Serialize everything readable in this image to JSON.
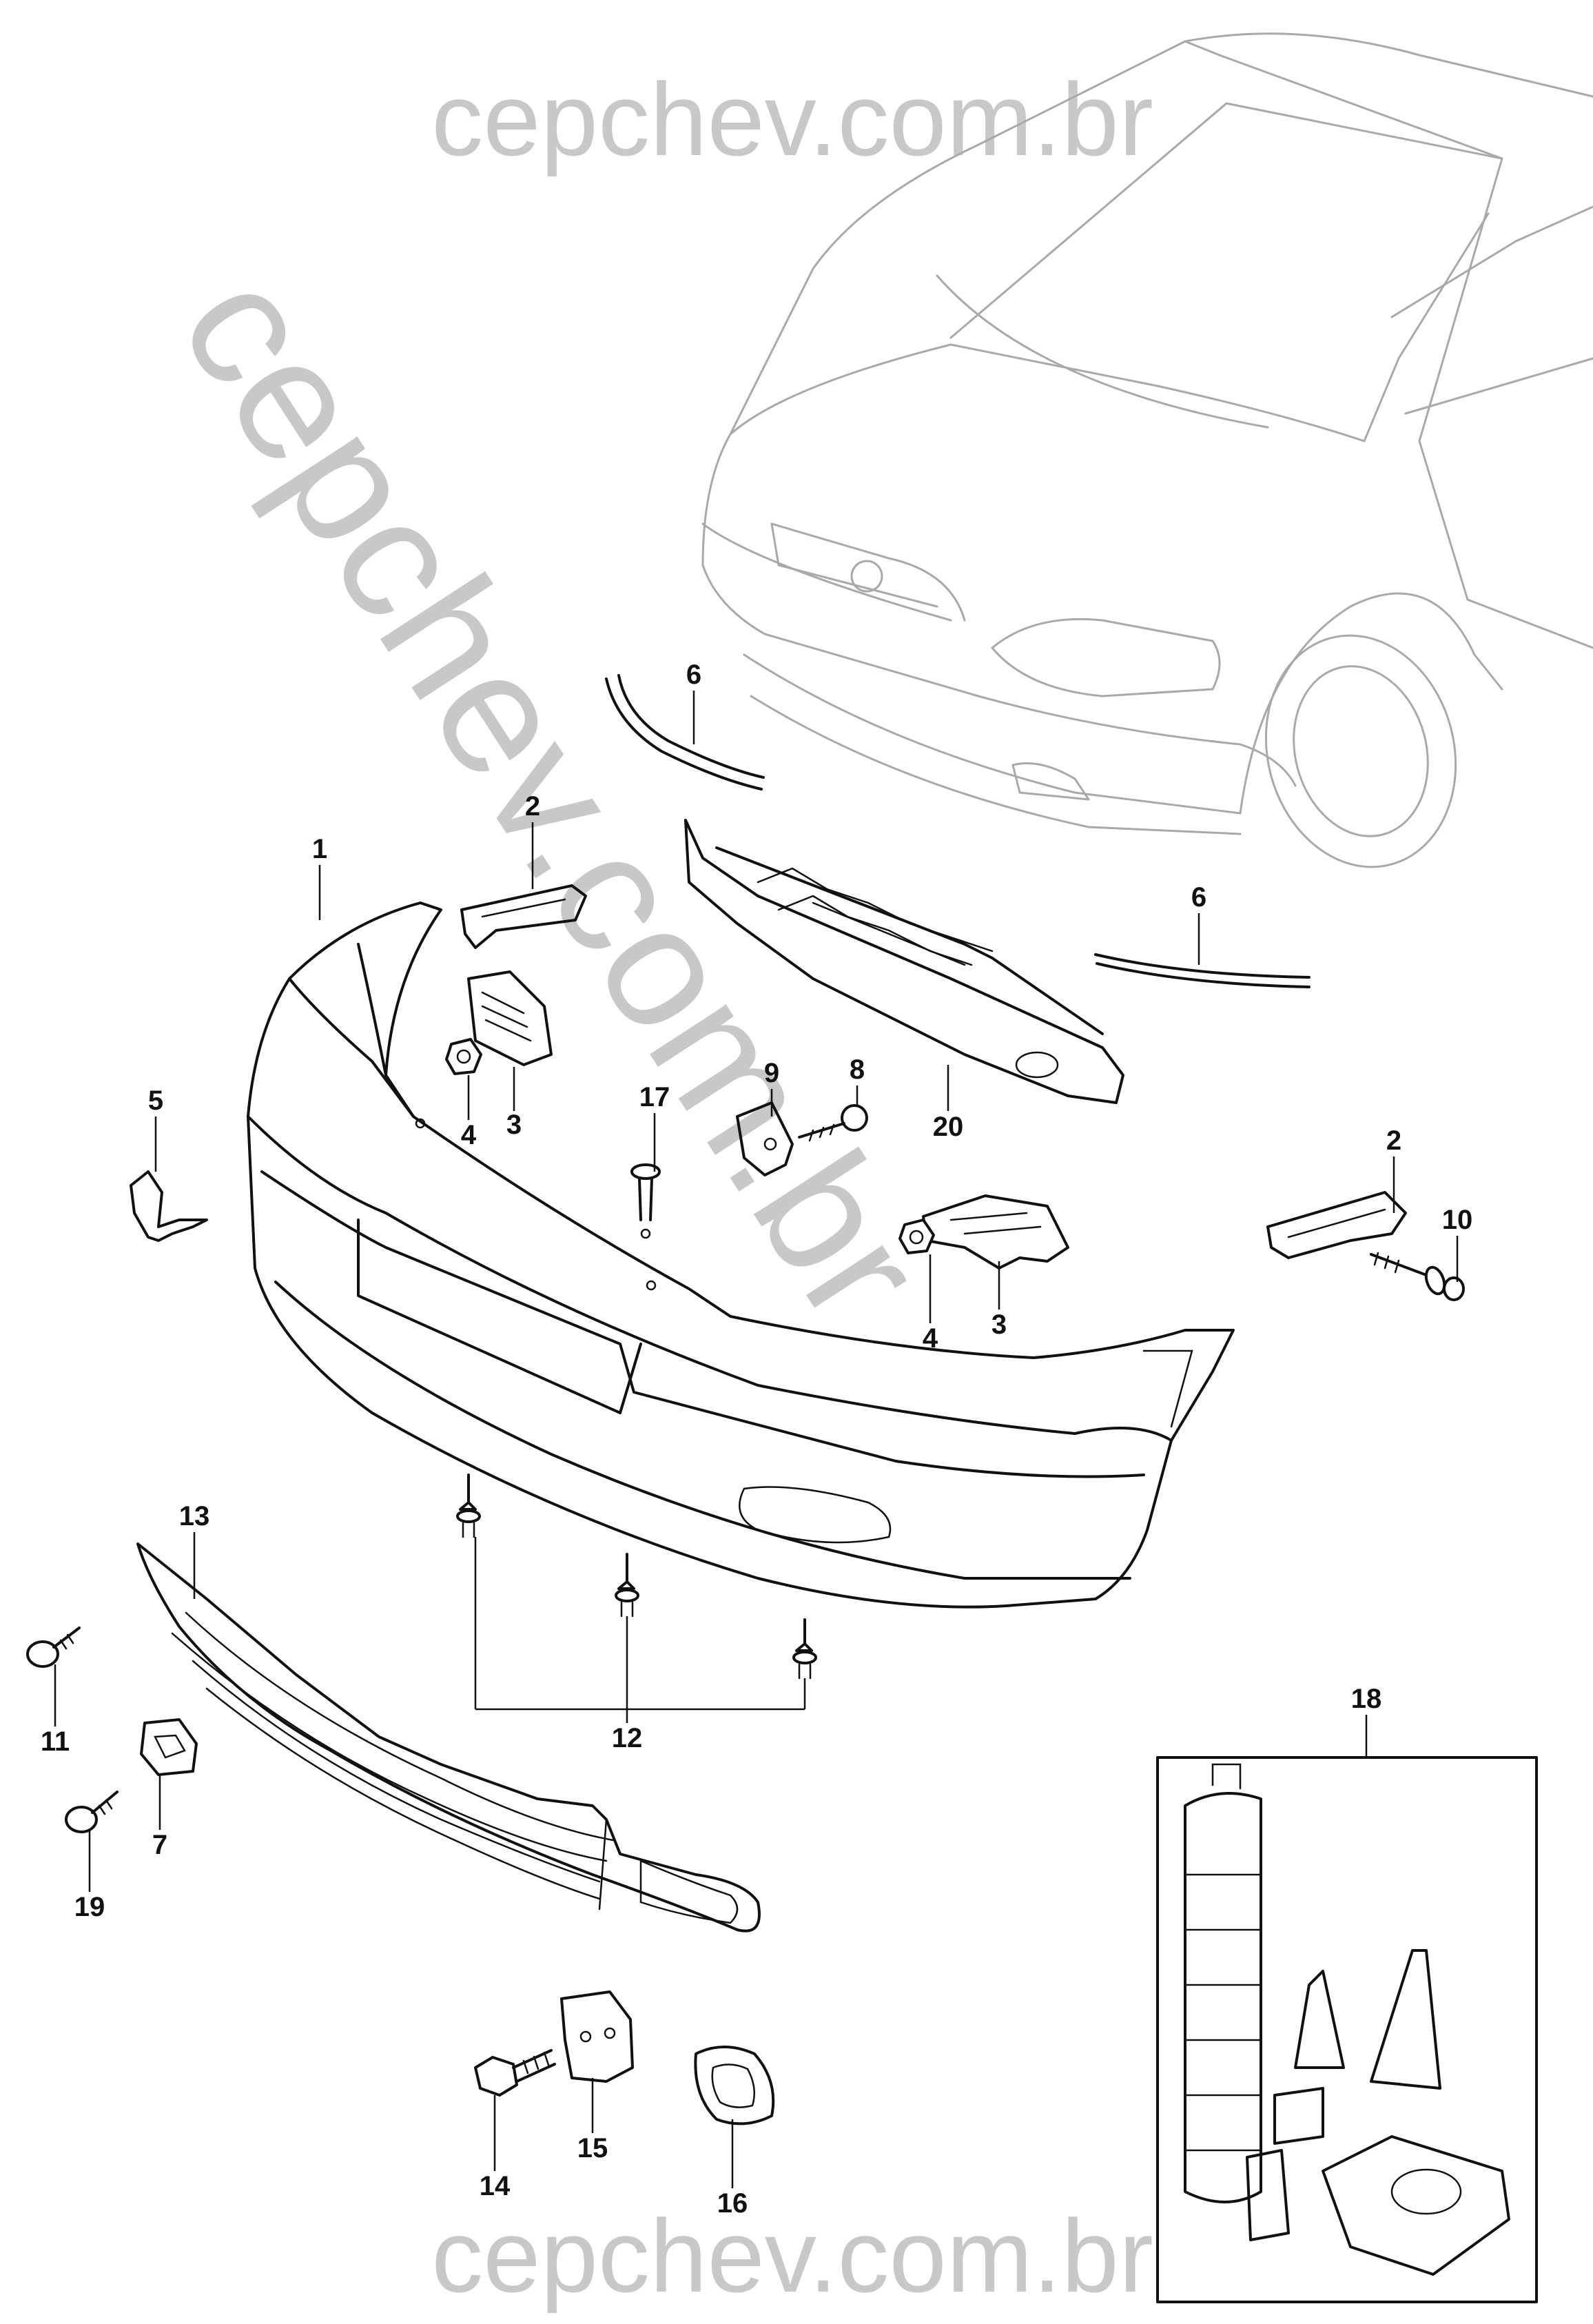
{
  "watermark": {
    "top": "cepchev.com.br",
    "diagonal": "cepchev.com.br",
    "bottom": "cepchev.com.br",
    "color": "#c8c8c8"
  },
  "callouts": {
    "p1": "1",
    "p2a": "2",
    "p2b": "2",
    "p3a": "3",
    "p3b": "3",
    "p4a": "4",
    "p4b": "4",
    "p5": "5",
    "p6a": "6",
    "p6b": "6",
    "p7": "7",
    "p8": "8",
    "p9": "9",
    "p10": "10",
    "p11": "11",
    "p12": "12",
    "p13": "13",
    "p14": "14",
    "p15": "15",
    "p16": "16",
    "p17": "17",
    "p18": "18",
    "p19": "19",
    "p20": "20"
  },
  "colors": {
    "line": "#111111",
    "car_outline": "#a9a9a9"
  }
}
